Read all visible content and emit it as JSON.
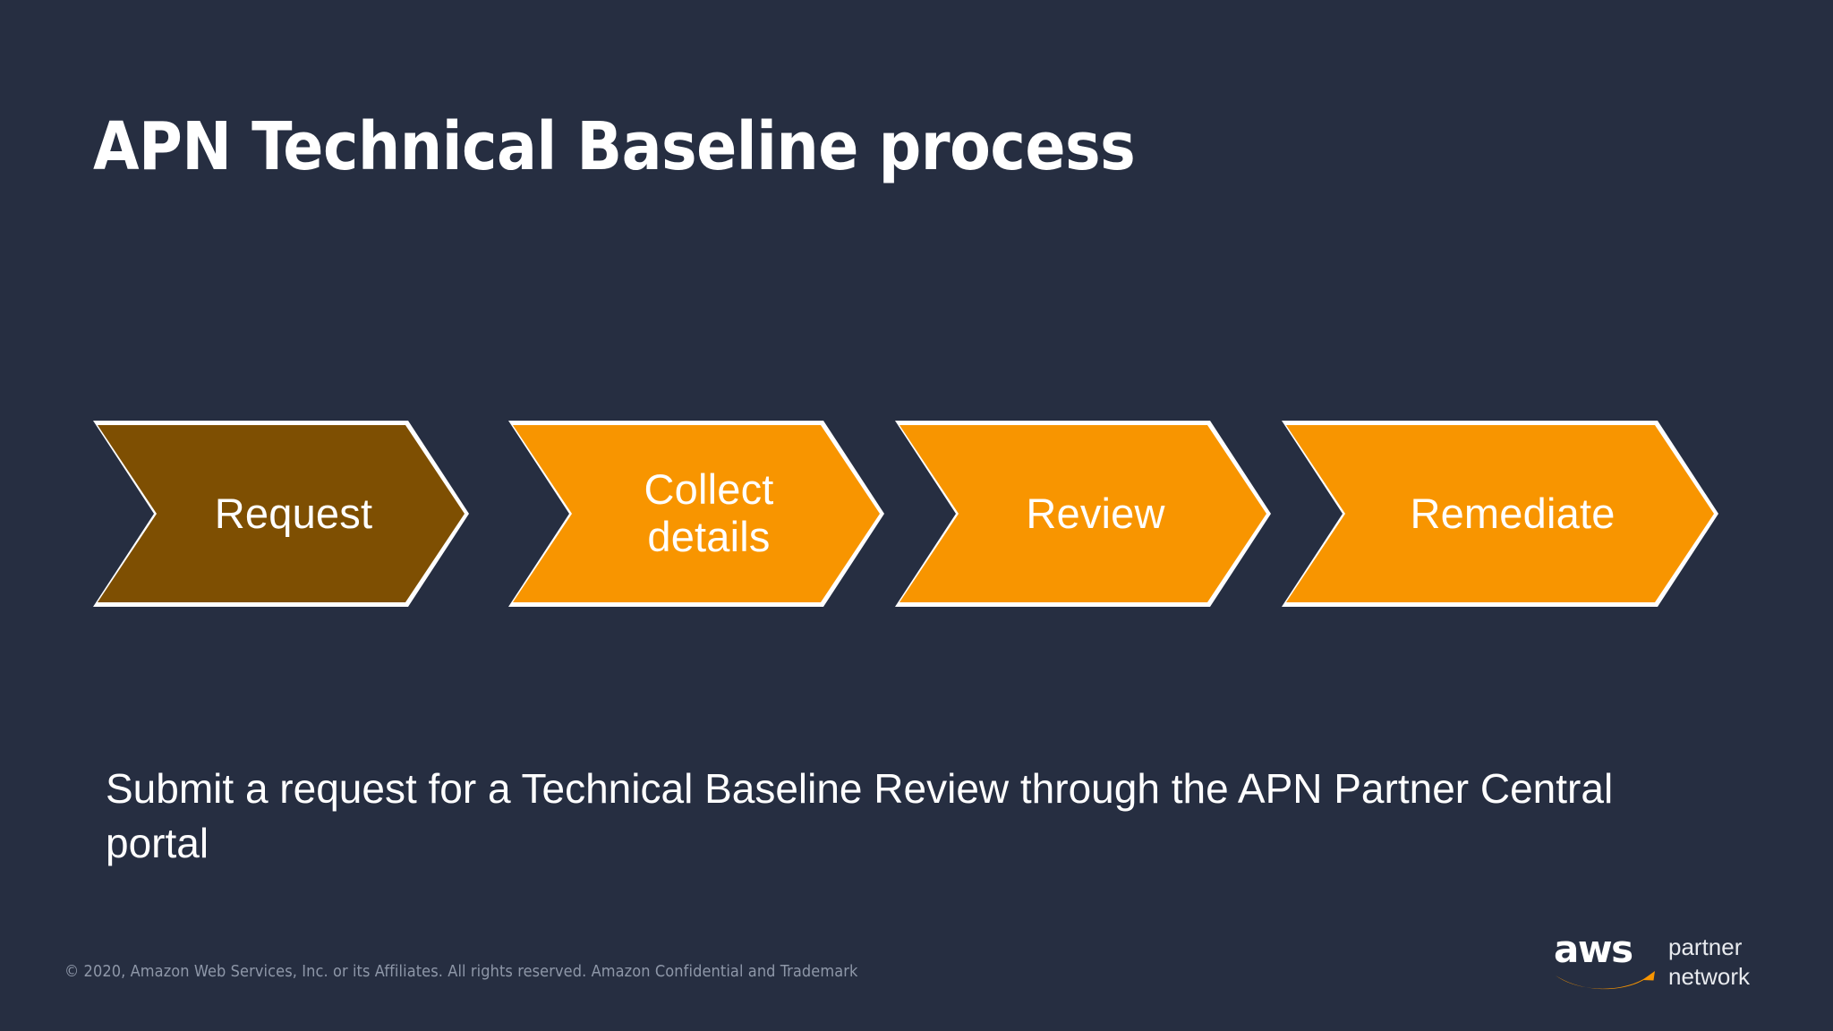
{
  "slide": {
    "title": "APN Technical Baseline process",
    "background_color": "#262e41",
    "body_text": "Submit a request for a Technical Baseline Review through the APN Partner Central portal"
  },
  "process": {
    "steps": [
      {
        "label": "Request",
        "state": "active",
        "fill_color": "#7e4f02",
        "border_color": "#ffffff",
        "text_color": "#ffffff"
      },
      {
        "label": "Collect\ndetails",
        "state": "upcoming",
        "fill_color": "#f89500",
        "border_color": "#ffffff",
        "text_color": "#ffffff"
      },
      {
        "label": "Review",
        "state": "upcoming",
        "fill_color": "#f89500",
        "border_color": "#ffffff",
        "text_color": "#ffffff"
      },
      {
        "label": "Remediate",
        "state": "upcoming",
        "fill_color": "#f89500",
        "border_color": "#ffffff",
        "text_color": "#ffffff"
      }
    ]
  },
  "footer": {
    "copyright": "© 2020, Amazon Web Services, Inc. or its Affiliates. All rights reserved. Amazon Confidential and Trademark",
    "logo": {
      "wordmark": "aws",
      "subtitle": "partner\nnetwork",
      "smile_color": "#f89500",
      "wordmark_color": "#ffffff"
    }
  }
}
